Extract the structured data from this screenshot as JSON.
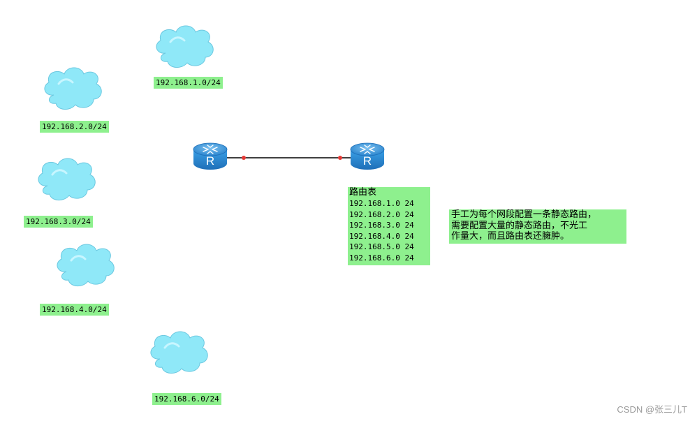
{
  "networks": [
    {
      "id": "net1",
      "label": "192.168.1.0/24"
    },
    {
      "id": "net2",
      "label": "192.168.2.0/24"
    },
    {
      "id": "net3",
      "label": "192.168.3.0/24"
    },
    {
      "id": "net4",
      "label": "192.168.4.0/24"
    },
    {
      "id": "net6",
      "label": "192.168.6.0/24"
    }
  ],
  "routers": [
    {
      "id": "router-left",
      "glyph": "R"
    },
    {
      "id": "router-right",
      "glyph": "R"
    }
  ],
  "routing_table": {
    "title": "路由表",
    "rows": [
      "192.168.1.0 24",
      "192.168.2.0 24",
      "192.168.3.0 24",
      "192.168.4.0 24",
      "192.168.5.0 24",
      "192.168.6.0 24"
    ]
  },
  "note": {
    "lines": [
      "手工为每个网段配置一条静态路由，",
      "需要配置大量的静态路由，不光工",
      "作量大，而且路由表还臃肿。"
    ]
  },
  "watermark": "CSDN @张三儿T",
  "colors": {
    "label_bg": "#8ef08e",
    "cloud_fill": "#8fe8f8",
    "router_blue": "#2f8fd6",
    "link_line": "#000000",
    "port_dot": "#e53935"
  }
}
